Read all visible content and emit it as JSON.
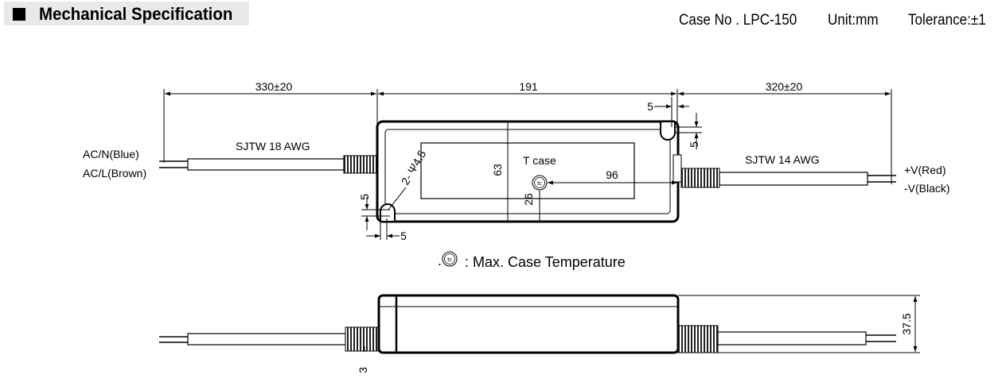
{
  "header": {
    "title": "Mechanical Specification",
    "case_no": "Case No . LPC-150",
    "unit": "Unit:mm",
    "tolerance": "Tolerance:±1"
  },
  "top_view": {
    "dims": {
      "left_cable": "330±20",
      "body_length": "191",
      "right_cable": "320±20",
      "top_hole_w": "5",
      "top_hole_h": "5",
      "height": "63",
      "tc_pos": "96",
      "tc_height": "26",
      "bottom_hole_h": "5",
      "bottom_hole_w": "5",
      "mount_holes": "2- Ψ4.5"
    },
    "labels": {
      "left_cable_type": "SJTW 18 AWG",
      "right_cable_type": "SJTW 14 AWG",
      "ac_n": "AC/N(Blue)",
      "ac_l": "AC/L(Brown)",
      "v_pos": "+V(Red)",
      "v_neg": "-V(Black)",
      "tcase": "T case",
      "tc_symbol": "tc"
    }
  },
  "legend": {
    "prefix": ".",
    "symbol": "tc",
    "text": ": Max. Case Temperature"
  },
  "side_view": {
    "dims": {
      "thickness": "37.5",
      "bottom_offset": "3"
    }
  }
}
